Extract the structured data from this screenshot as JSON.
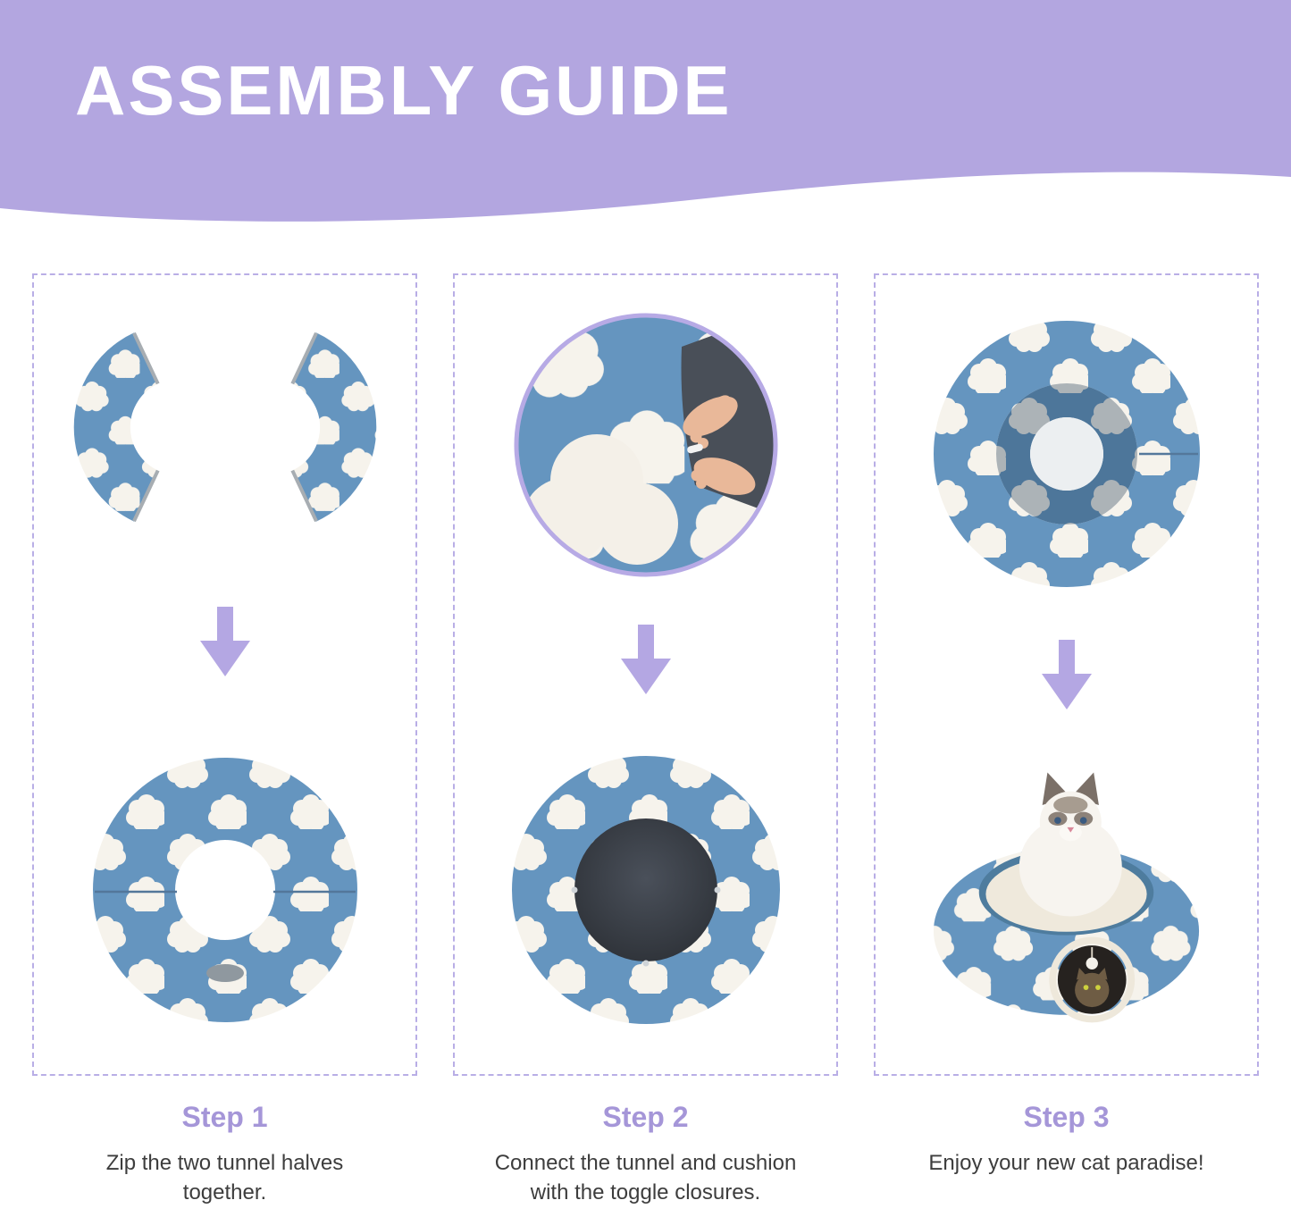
{
  "page": {
    "title": "ASSEMBLY GUIDE"
  },
  "steps": [
    {
      "label": "Step 1",
      "description": "Zip the two tunnel halves together.",
      "top_image": "tunnel-halves",
      "bottom_image": "assembled-tunnel-ring"
    },
    {
      "label": "Step 2",
      "description": "Connect the tunnel and cushion with the toggle closures.",
      "top_image": "toggle-closure-closeup",
      "bottom_image": "tunnel-with-cushion"
    },
    {
      "label": "Step 3",
      "description": "Enjoy your new cat paradise!",
      "top_image": "tunnel-top-view",
      "bottom_image": "cat-in-tunnel-bed"
    }
  ],
  "icons": {
    "step_arrow": "down-arrow-icon"
  },
  "colors": {
    "header_purple": "#b3a6e0",
    "accent_purple": "#a596d8",
    "arrow_purple": "#b4a7e3",
    "panel_border": "#b9aee6",
    "fabric_blue": "#6595bf",
    "cloud_white": "#f6f3ec",
    "cushion_dark": "#343940"
  }
}
